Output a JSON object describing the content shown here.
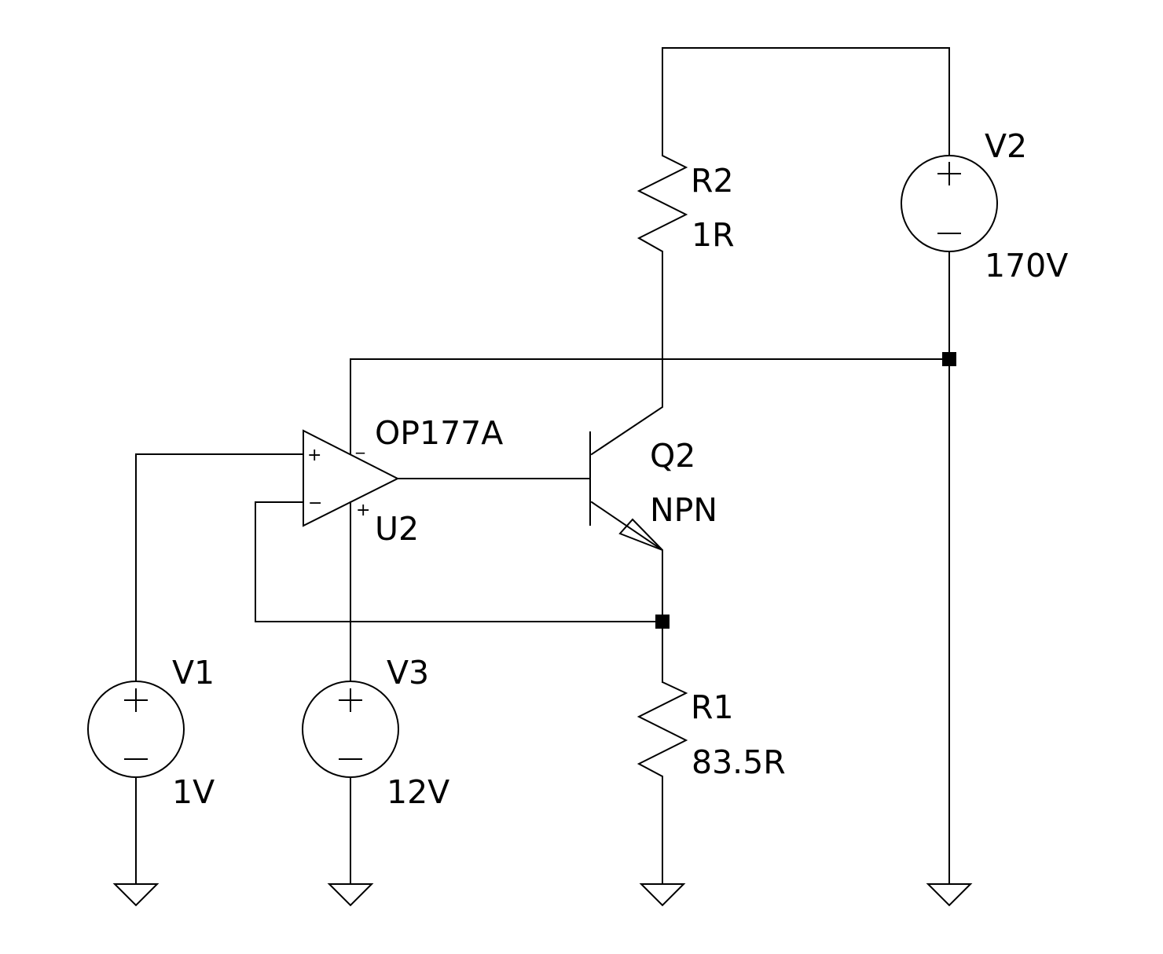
{
  "components": {
    "V1": {
      "name": "V1",
      "value": "1V"
    },
    "V2": {
      "name": "V2",
      "value": "170V"
    },
    "V3": {
      "name": "V3",
      "value": "12V"
    },
    "R1": {
      "name": "R1",
      "value": "83.5R"
    },
    "R2": {
      "name": "R2",
      "value": "1R"
    },
    "Q2": {
      "name": "Q2",
      "value": "NPN"
    },
    "U2": {
      "name": "U2",
      "value": "OP177A"
    }
  },
  "pin_marks": {
    "plus": "+",
    "minus": "−",
    "supply_minus": "_"
  },
  "colors": {
    "line": "#000000",
    "background": "#ffffff"
  }
}
